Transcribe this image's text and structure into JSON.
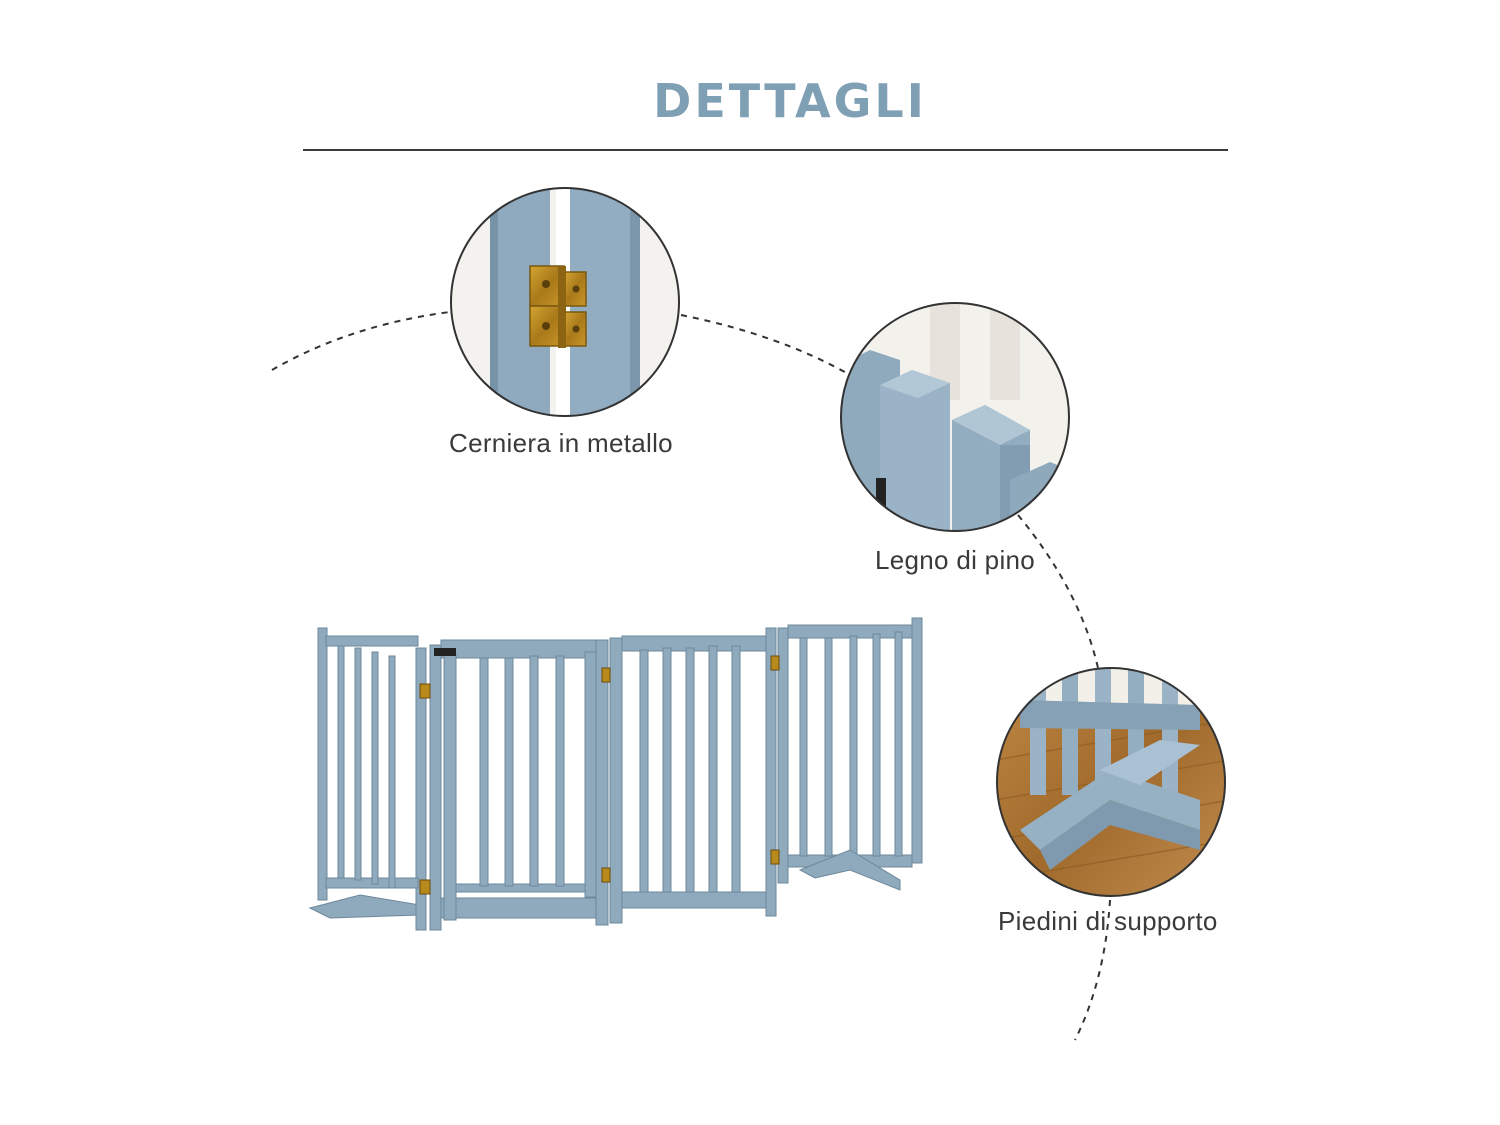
{
  "header": {
    "title": "DETTAGLI"
  },
  "details": [
    {
      "id": "hinge",
      "caption": "Cerniera in metallo",
      "icon": "metal-hinge-closeup"
    },
    {
      "id": "wood",
      "caption": "Legno di pino",
      "icon": "pine-wood-closeup"
    },
    {
      "id": "feet",
      "caption": "Piedini di supporto",
      "icon": "support-feet-closeup"
    }
  ],
  "product": {
    "icon": "folding-pet-gate"
  },
  "colors": {
    "title": "#7f9fb5",
    "gate": "#8fa9bd",
    "gate_dark": "#6d889c",
    "hinge": "#b88a1c",
    "floor": "#b07a38",
    "rule": "#3a3a3a"
  }
}
